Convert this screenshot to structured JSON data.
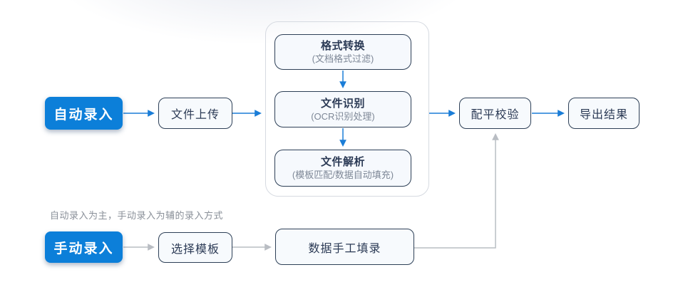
{
  "colors": {
    "accent_blue": "#0c7fd9",
    "arrow_blue": "#1a7dd7",
    "arrow_gray": "#b9bdc3",
    "node_border": "#2e4057",
    "node_background": "#f7fafd",
    "group_border": "#d6dae1",
    "title_text": "#2b3a55",
    "subtitle_text": "#7e8897",
    "note_text": "#8a9099"
  },
  "flow": {
    "auto_entry_label": "自动录入",
    "file_upload_label": "文件上传",
    "process_steps": [
      {
        "title": "格式转换",
        "subtitle": "(文档格式过滤)"
      },
      {
        "title": "文件识别",
        "subtitle": "(OCR识别处理)"
      },
      {
        "title": "文件解析",
        "subtitle": "(模板匹配/数据自动填充)"
      }
    ],
    "balance_check_label": "配平校验",
    "export_result_label": "导出结果",
    "note": "自动录入为主，手动录入为辅的录入方式",
    "manual_entry_label": "手动录入",
    "select_template_label": "选择模板",
    "manual_fill_label": "数据手工填录"
  }
}
